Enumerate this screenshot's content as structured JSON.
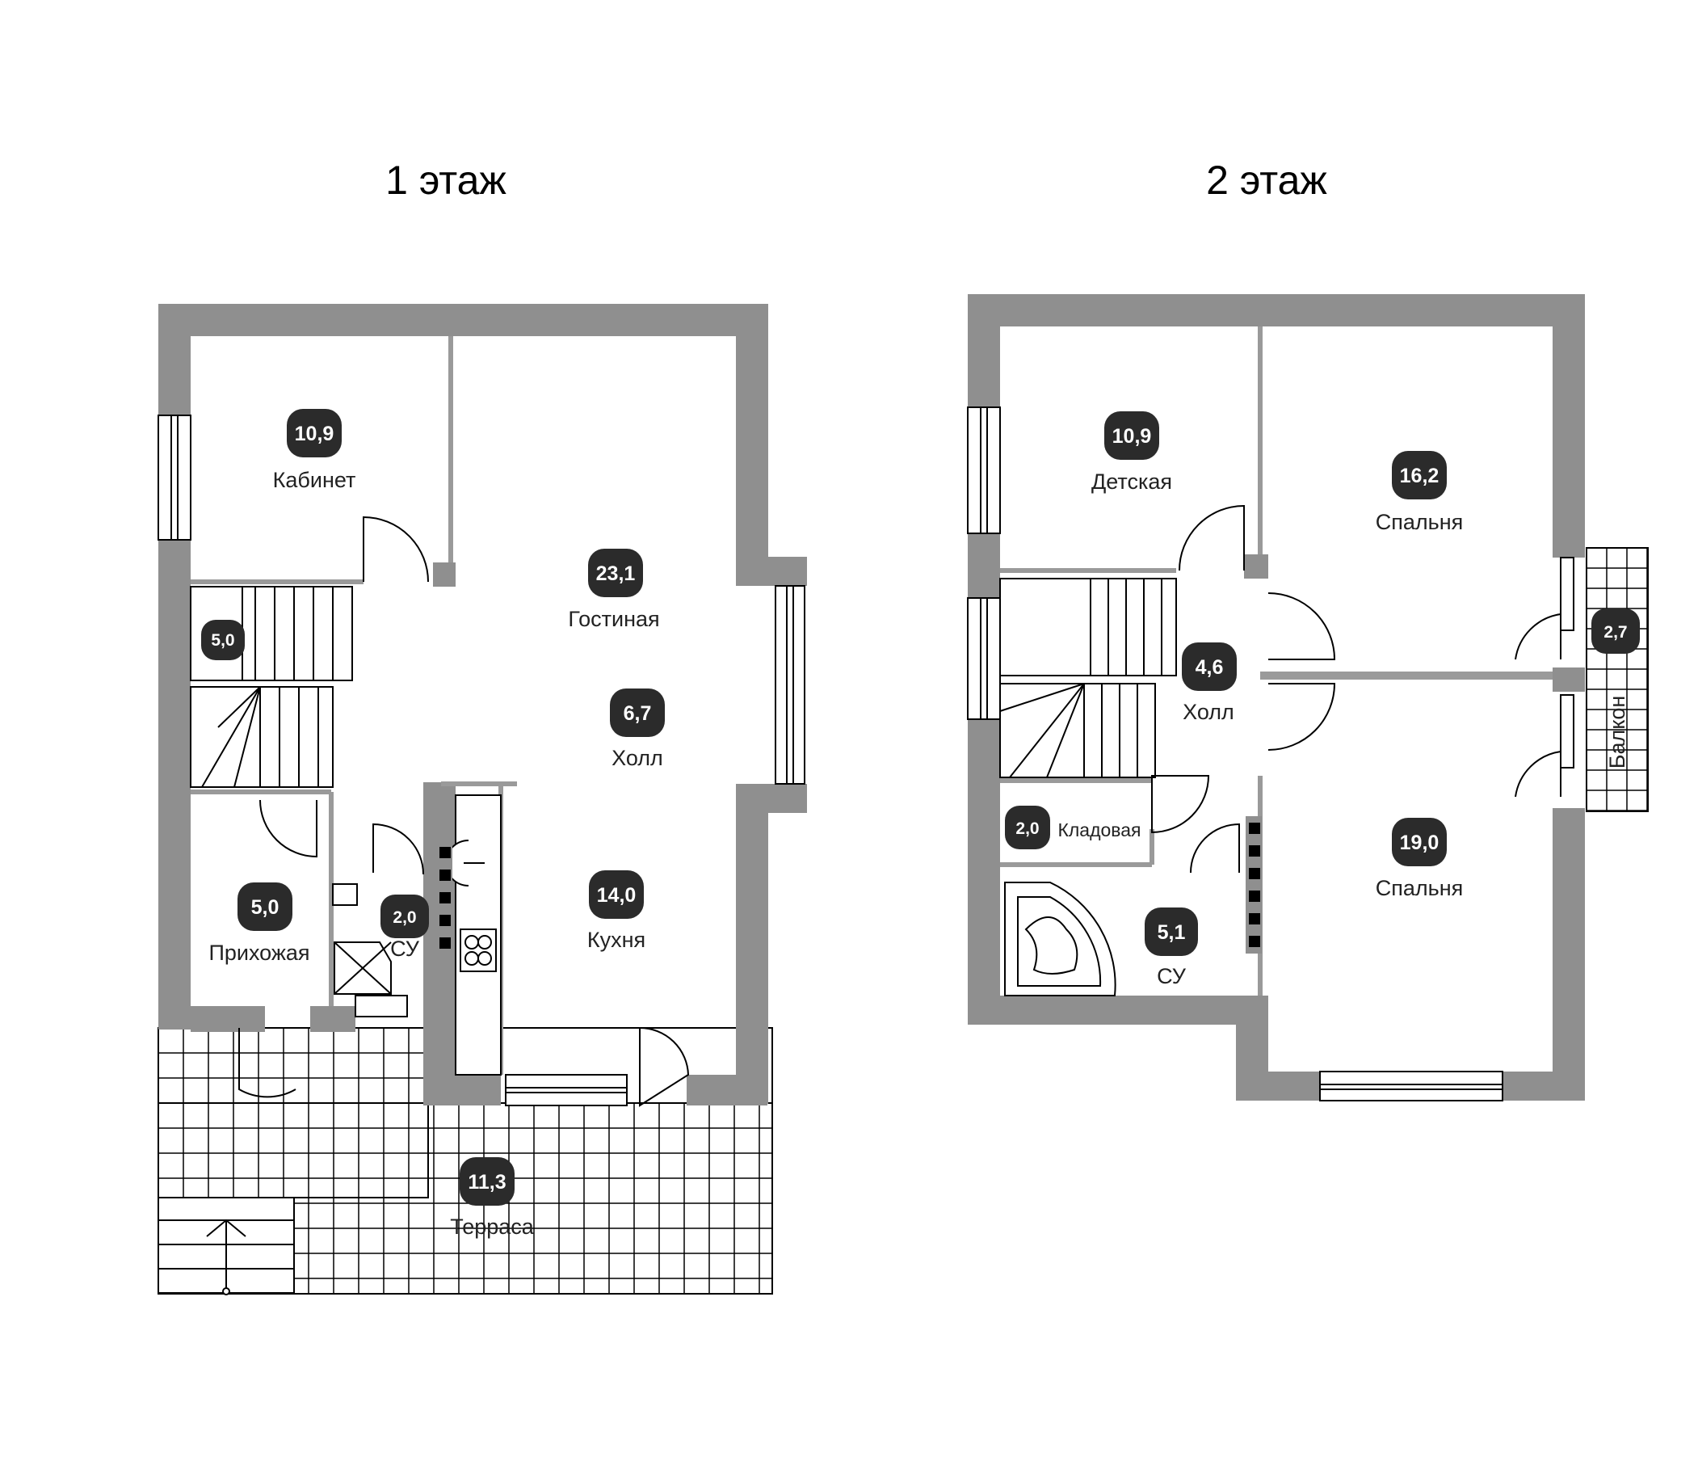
{
  "floors": {
    "first": {
      "title": "1 этаж",
      "rooms": {
        "office": {
          "area": "10,9",
          "name": "Кабинет"
        },
        "stair_area": {
          "area": "5,0"
        },
        "living": {
          "area": "23,1",
          "name": "Гостиная"
        },
        "hall": {
          "area": "6,7",
          "name": "Холл"
        },
        "entry": {
          "area": "5,0",
          "name": "Прихожая"
        },
        "bath": {
          "area": "2,0",
          "name": "СУ"
        },
        "kitchen": {
          "area": "14,0",
          "name": "Кухня"
        },
        "terrace": {
          "area": "11,3",
          "name": "Терраса"
        }
      }
    },
    "second": {
      "title": "2 этаж",
      "rooms": {
        "kids": {
          "area": "10,9",
          "name": "Детская"
        },
        "bedroom1": {
          "area": "16,2",
          "name": "Спальня"
        },
        "balcony": {
          "area": "2,7",
          "name": "Балкон"
        },
        "hall": {
          "area": "4,6",
          "name": "Холл"
        },
        "storage": {
          "area": "2,0",
          "name": "Кладовая"
        },
        "bath": {
          "area": "5,1",
          "name": "СУ"
        },
        "bedroom2": {
          "area": "19,0",
          "name": "Спальня"
        }
      }
    }
  },
  "colors": {
    "wall": "#8f8f8f",
    "badge": "#2b2b2b",
    "line": "#555555"
  }
}
